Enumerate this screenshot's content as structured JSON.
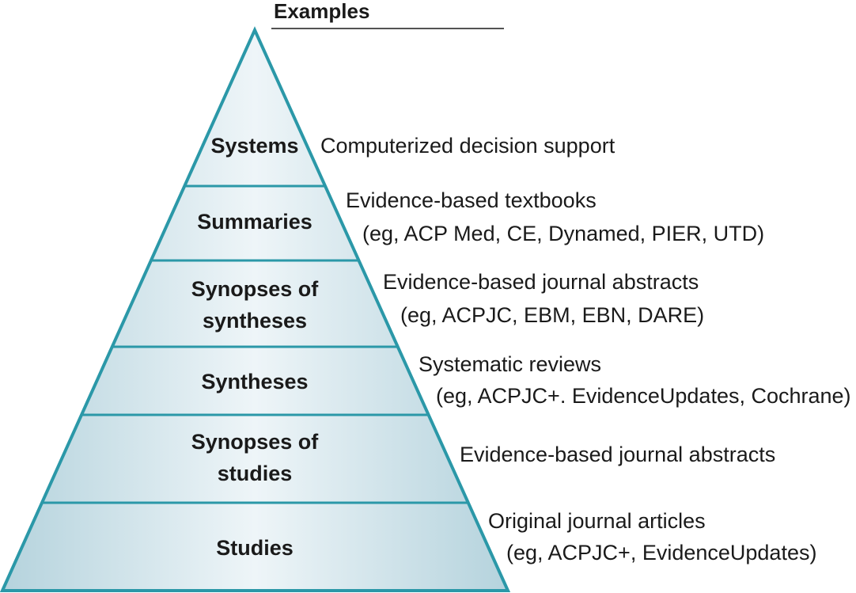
{
  "header": {
    "title": "Examples"
  },
  "colors": {
    "outline": "#2b98a8",
    "fill_center": "#eef5f8",
    "fill_edge": "#b5d3dd",
    "text": "#1a1a1a"
  },
  "levels": [
    {
      "name": "systems",
      "label_lines": [
        "Systems"
      ],
      "example_lines": [
        "Computerized decision support"
      ]
    },
    {
      "name": "summaries",
      "label_lines": [
        "Summaries"
      ],
      "example_lines": [
        "Evidence-based textbooks",
        "(eg, ACP Med, CE, Dynamed, PIER, UTD)"
      ]
    },
    {
      "name": "synopses-of-syntheses",
      "label_lines": [
        "Synopses of",
        "syntheses"
      ],
      "example_lines": [
        "Evidence-based journal abstracts",
        "(eg, ACPJC, EBM, EBN, DARE)"
      ]
    },
    {
      "name": "syntheses",
      "label_lines": [
        "Syntheses"
      ],
      "example_lines": [
        "Systematic reviews",
        "(eg, ACPJC+. EvidenceUpdates, Cochrane)"
      ]
    },
    {
      "name": "synopses-of-studies",
      "label_lines": [
        "Synopses of",
        "studies"
      ],
      "example_lines": [
        "Evidence-based journal abstracts"
      ]
    },
    {
      "name": "studies",
      "label_lines": [
        "Studies"
      ],
      "example_lines": [
        "Original journal articles",
        "(eg, ACPJC+, EvidenceUpdates)"
      ]
    }
  ]
}
